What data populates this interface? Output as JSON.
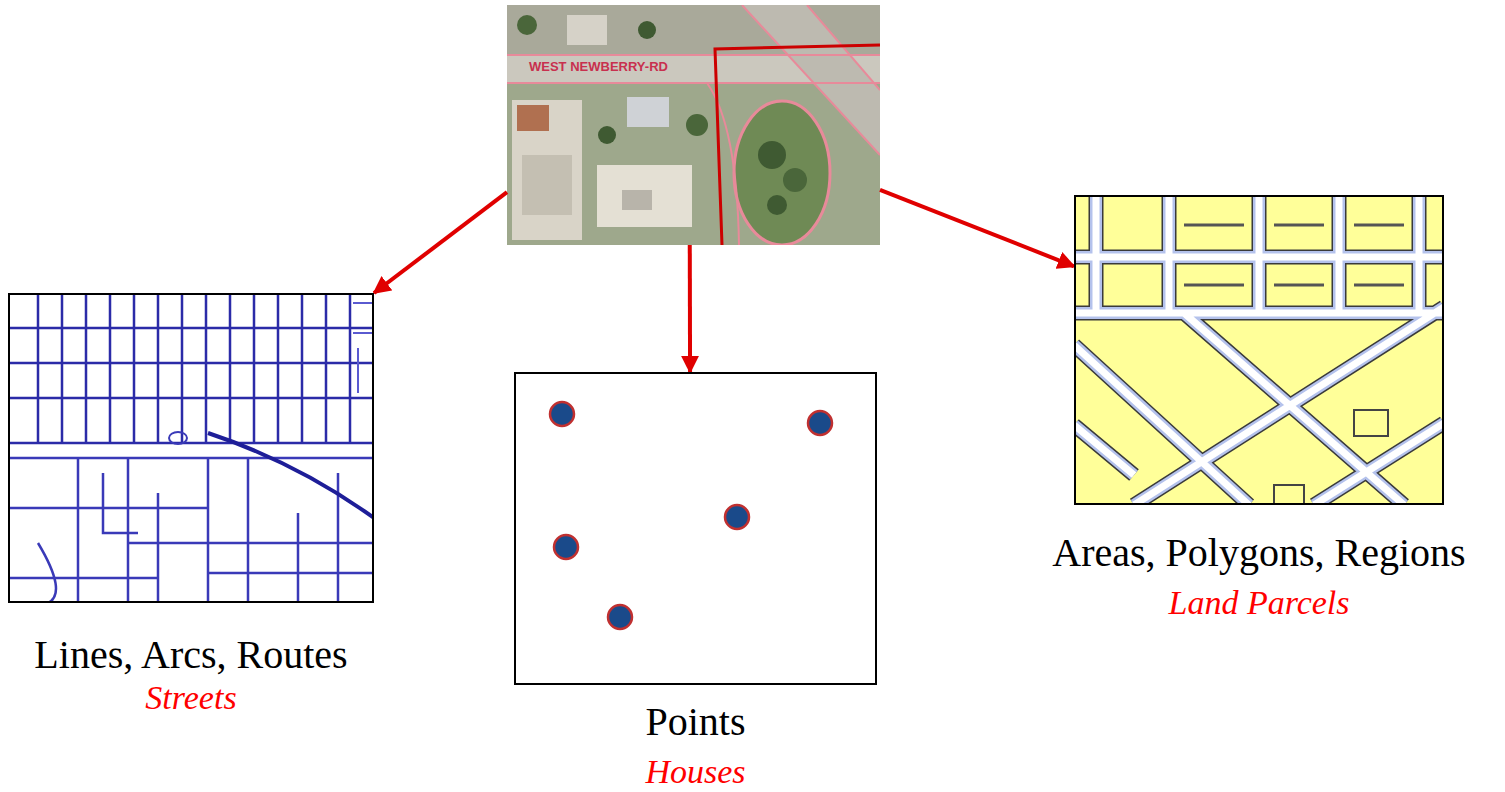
{
  "diagram": {
    "nodes": [
      {
        "text": [
          "WEST NEWBERRY-RD"
        ]
      },
      {
        "text": [
          "Lines, Arcs, Routes",
          "Streets"
        ]
      },
      {
        "text": [
          "Points",
          "Houses"
        ]
      },
      {
        "text": [
          "Areas, Polygons, Regions",
          "Land Parcels"
        ]
      }
    ],
    "edges": [
      {
        "from": 0,
        "to": 1,
        "arrow": "to"
      },
      {
        "from": 0,
        "to": 2,
        "arrow": "to"
      },
      {
        "from": 0,
        "to": 3,
        "arrow": "to"
      }
    ]
  }
}
